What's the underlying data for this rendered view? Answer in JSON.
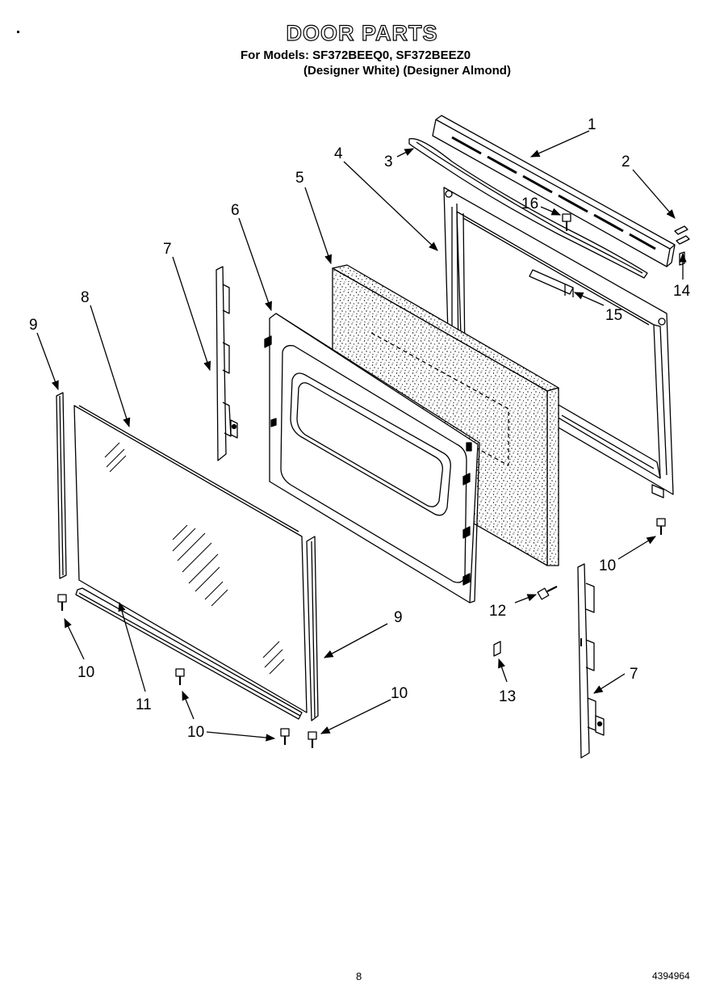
{
  "header": {
    "title": "DOOR PARTS",
    "models_line": "For Models: SF372BEEQ0, SF372BEEZ0",
    "colors_line": "(Designer White)  (Designer Almond)"
  },
  "footer": {
    "page_number": "8",
    "document_number": "4394964"
  },
  "callouts": {
    "c1": "1",
    "c2": "2",
    "c3": "3",
    "c4": "4",
    "c5": "5",
    "c6": "6",
    "c7a": "7",
    "c7b": "7",
    "c8": "8",
    "c9a": "9",
    "c9b": "9",
    "c10a": "10",
    "c10b": "10",
    "c10c": "10",
    "c10d": "10",
    "c11": "11",
    "c12": "12",
    "c13": "13",
    "c14": "14",
    "c15": "15",
    "c16": "16"
  }
}
